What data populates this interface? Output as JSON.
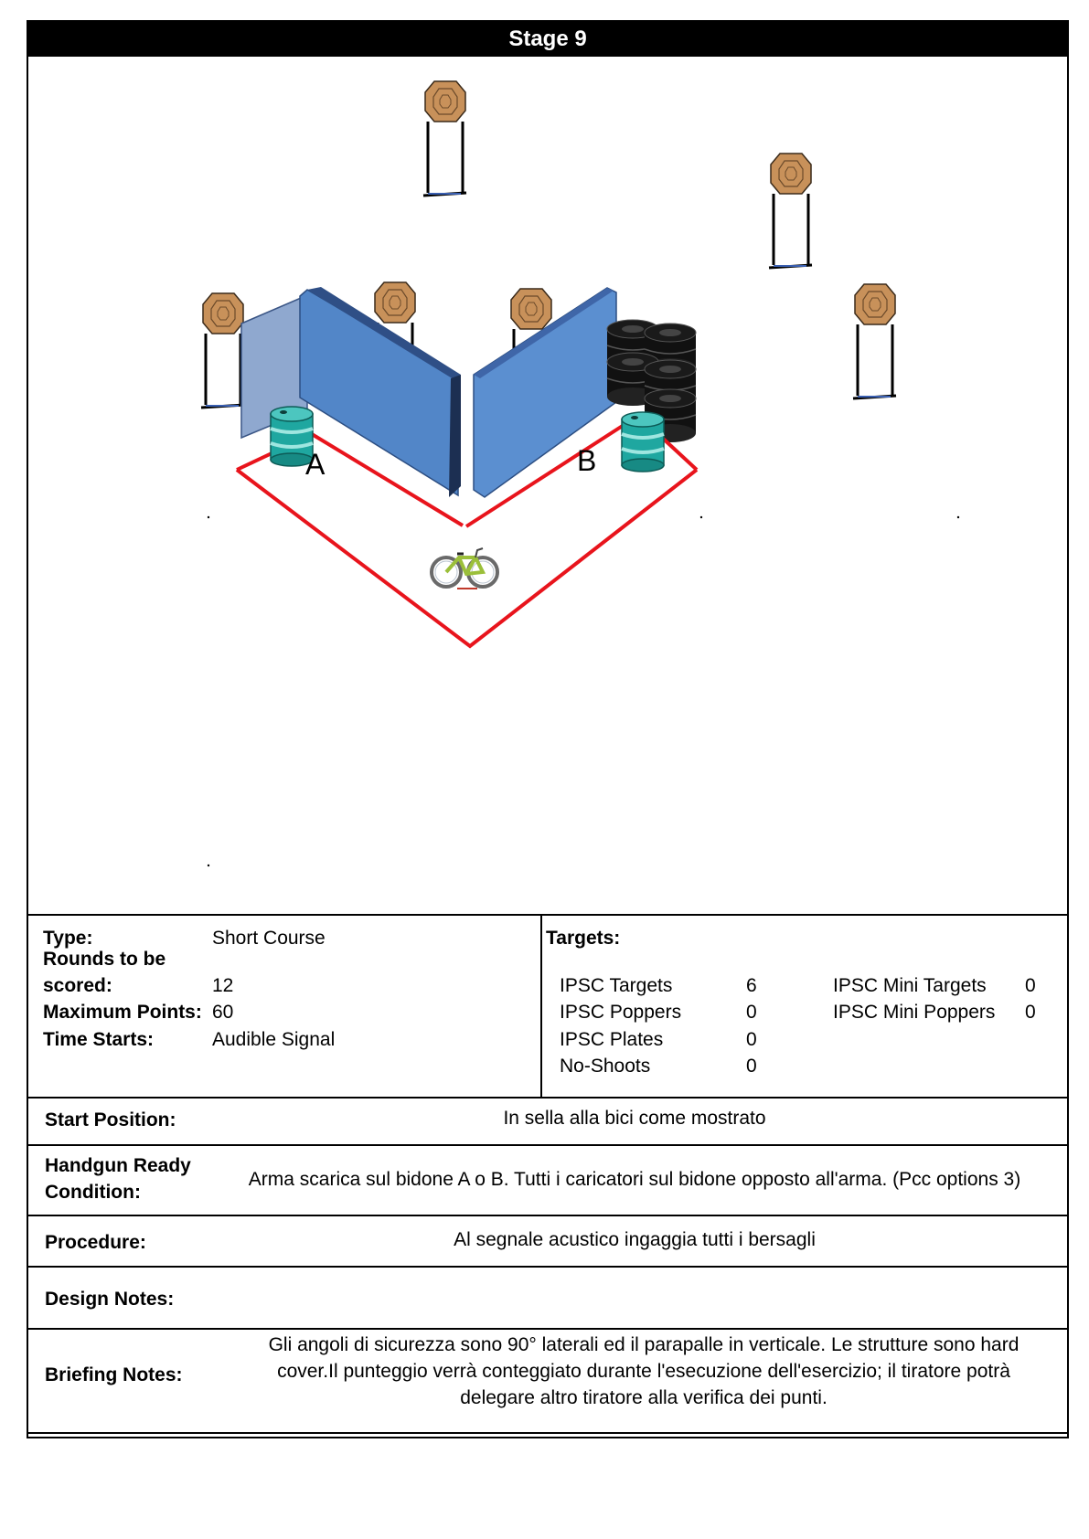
{
  "stage_title": "Stage 9",
  "diagram": {
    "label_a": "A",
    "label_b": "B",
    "icons": [
      "steel-target-icon",
      "barricade-wall-icon",
      "barrel-icon",
      "tire-stack-icon",
      "bicycle-icon"
    ],
    "colors": {
      "fault_line": "#e8141c",
      "wall": "#4f81c4",
      "barrel": "#1fa7a0",
      "target": "#c8915a"
    }
  },
  "info": {
    "type_label": "Type:",
    "type_value": "Short Course",
    "rounds_label_1": "Rounds to be",
    "rounds_label_2": "scored:",
    "rounds_value": "12",
    "max_points_label": "Maximum  Points:",
    "max_points_value": "60",
    "time_starts_label": "Time Starts:",
    "time_starts_value": "Audible Signal",
    "targets_label": "Targets:",
    "targets": [
      {
        "name": "IPSC Targets",
        "count": "6"
      },
      {
        "name": "IPSC Poppers",
        "count": "0"
      },
      {
        "name": "IPSC Plates",
        "count": "0"
      },
      {
        "name": "No-Shoots",
        "count": "0"
      }
    ],
    "mini_targets": [
      {
        "name": "IPSC Mini Targets",
        "count": "0"
      },
      {
        "name": "IPSC Mini Poppers",
        "count": "0"
      }
    ]
  },
  "start_position": {
    "label": "Start Position:",
    "value": "In sella alla bici come mostrato"
  },
  "ready_condition": {
    "label_1": "Handgun Ready",
    "label_2": "Condition:",
    "value": "Arma scarica sul bidone A o B. Tutti i caricatori sul bidone opposto all'arma. (Pcc options 3)"
  },
  "procedure": {
    "label": "Procedure:",
    "value": "Al segnale acustico ingaggia tutti i bersagli"
  },
  "design_notes": {
    "label": "Design Notes:",
    "value": ""
  },
  "briefing_notes": {
    "label": "Briefing Notes:",
    "line_1": "Gli angoli di sicurezza sono 90° laterali ed il parapalle in verticale. Le strutture sono hard",
    "line_2": "cover.Il punteggio verrà conteggiato durante l'esecuzione dell'esercizio; il tiratore potrà",
    "line_3": "delegare altro tiratore alla verifica  dei punti."
  }
}
